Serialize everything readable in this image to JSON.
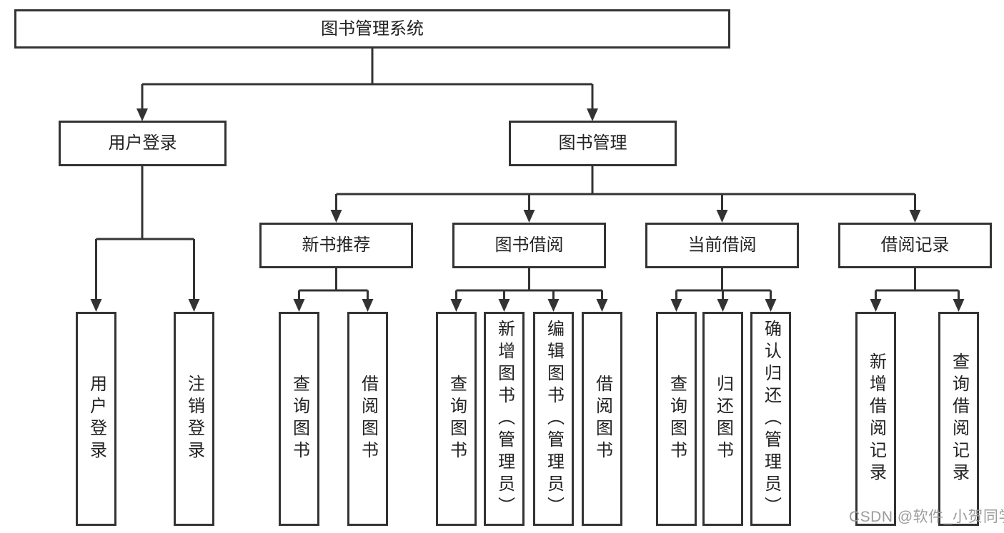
{
  "diagram": {
    "root": "图书管理系统",
    "branches": {
      "user_login": {
        "label": "用户登录",
        "children": [
          "用户登录",
          "注销登录"
        ]
      },
      "book_mgmt": {
        "label": "图书管理",
        "sections": {
          "new_books": {
            "label": "新书推荐",
            "children": [
              "查询图书",
              "借阅图书"
            ]
          },
          "book_borrow": {
            "label": "图书借阅",
            "children": [
              "查询图书",
              "新增图书（管理员）",
              "编辑图书（管理员）",
              "借阅图书"
            ]
          },
          "current_borrow": {
            "label": "当前借阅",
            "children": [
              "查询图书",
              "归还图书",
              "确认归还（管理员）"
            ]
          },
          "borrow_records": {
            "label": "借阅记录",
            "children": [
              "新增借阅记录",
              "查询借阅记录"
            ]
          }
        }
      }
    },
    "watermark": "CSDN @软件_小贺同学",
    "colors": {
      "line": "#333333",
      "text": "#222222",
      "watermark": "#9c9c9c",
      "background": "#ffffff"
    }
  }
}
